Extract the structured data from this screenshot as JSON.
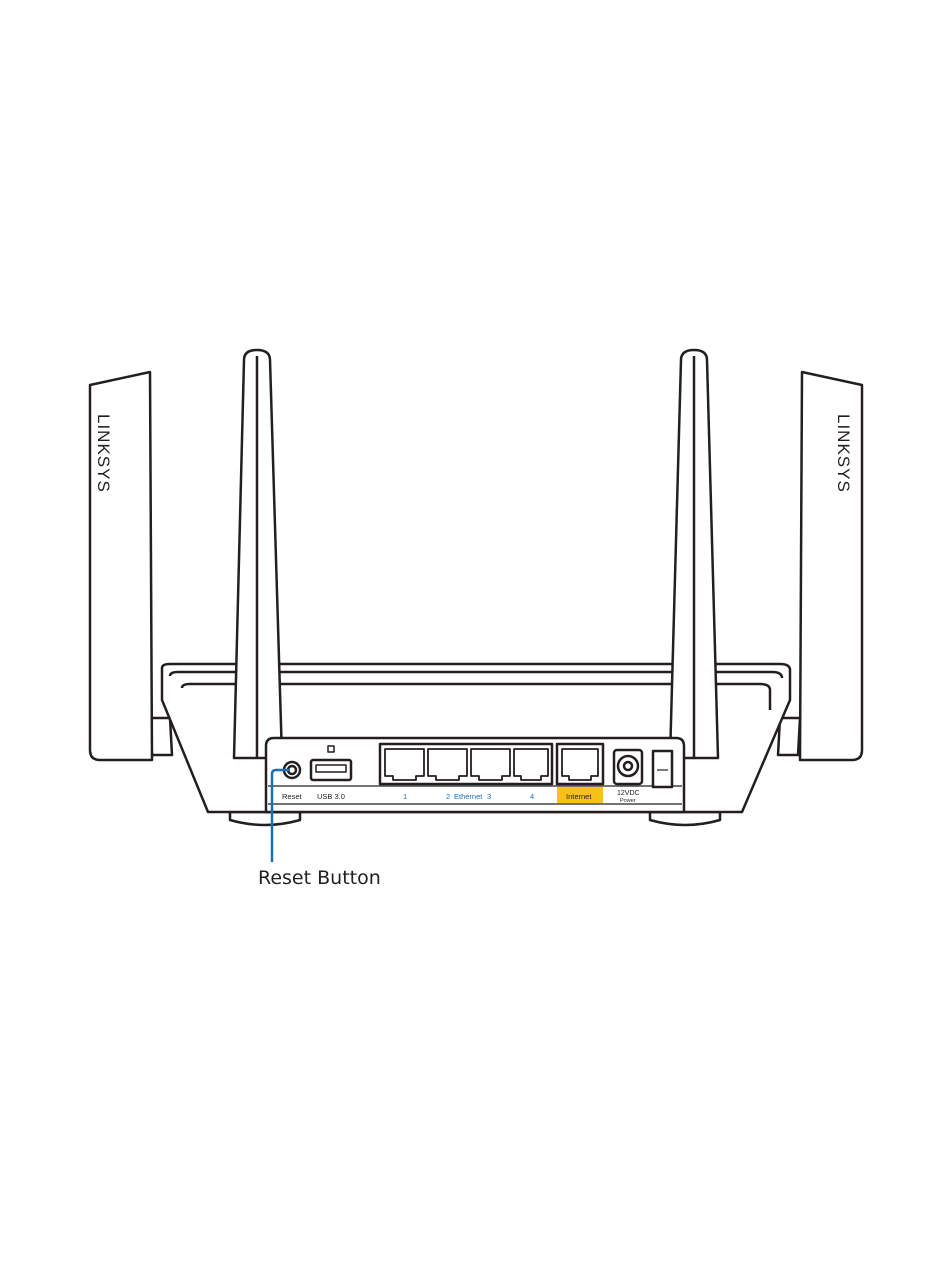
{
  "diagram": {
    "brand_left": "LINKSYS",
    "brand_right": "LINKSYS",
    "port_labels": {
      "reset": "Reset",
      "usb": "USB 3.0",
      "ethernet_1": "1",
      "ethernet_2": "2",
      "ethernet_word": "Ethernet",
      "ethernet_3": "3",
      "ethernet_4": "4",
      "internet": "Internet",
      "power_voltage": "12VDC",
      "power_word": "Power"
    },
    "callout": {
      "label": "Reset Button"
    },
    "colors": {
      "outline": "#231f20",
      "callout_line": "#1a6fb5",
      "ethernet_text": "#1a6fb5",
      "internet_highlight": "#f9c01a"
    }
  }
}
